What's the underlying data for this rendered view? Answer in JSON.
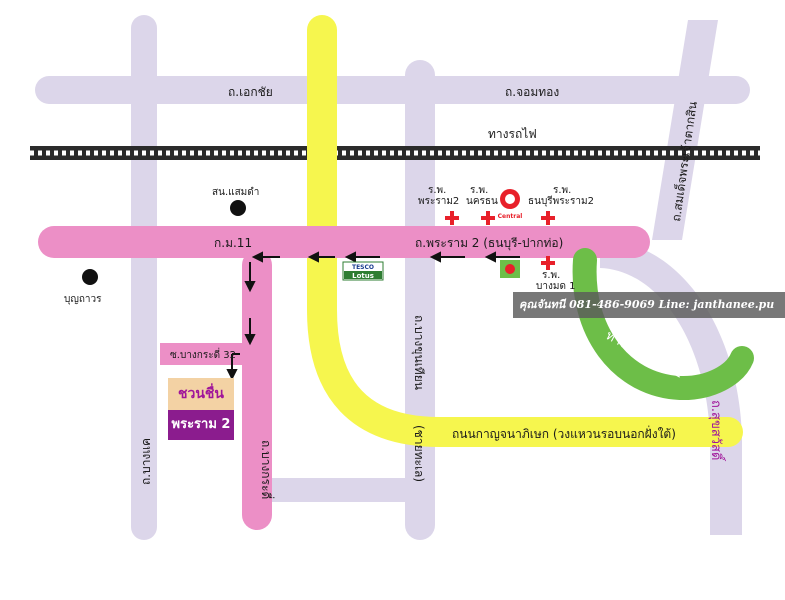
{
  "roads": {
    "ekkachai": "ถ.เอกชัย",
    "chomthong": "ถ.จอมทอง",
    "railway": "ทางรถไฟ",
    "rama2": "ถ.พระราม 2 (ธนบุรี-ปากท่อ)",
    "km11": "ก.ม.11",
    "bangkradi": "ซ.บางกระดี่ 32",
    "bang_kradi_road": "ถ.บางกระดี่",
    "bang_khun_thian": "ถ.บางขุนเทียน",
    "kanchanaphisek": "ถนนกาญจนาภิเษก (วงแหวนรอบนอกฝั่งใต้)",
    "bangkhae_road": "ถ.บางแค",
    "expressway": "ทางด่วนขั้นที่ 1",
    "somdet_taksin": "ถ.สมเด็จพระเจ้าตากสิน",
    "suksawat": "ถ.สุขสวัสดิ์",
    "thai_rd": "(ชายทะเล)"
  },
  "places": {
    "samae_dam_school": "สน.แสมดำ",
    "bunthawon": "บุญถาวร",
    "hospital_rama2": "ร.พ.\nพระราม2",
    "hospital_nakhon": "ร.พ.\nนครธน",
    "hospital_thonburi": "ร.พ.\nธนบุรีพระราม2",
    "hospital_bangmod": "ร.พ.\nบางมด 1",
    "lotus_tag": "TESCO",
    "lotus_name": "Lotus",
    "central_tag": "Central"
  },
  "project": {
    "name_top": "ชวนชื่น",
    "name_bottom": "พระราม 2"
  },
  "contact": {
    "text": "คุณจันทนี 081-486-9069  Line: janthanee.pu"
  },
  "colors": {
    "minor_road": "#dcd6ea",
    "rama2_road": "#ec8fc6",
    "kanchanaphisek": "#f6f64e",
    "expressway": "#6dbe48",
    "railway": "#2b2b2b",
    "hospital_cross": "#e8202a",
    "project_purple": "#8b1c8e"
  }
}
